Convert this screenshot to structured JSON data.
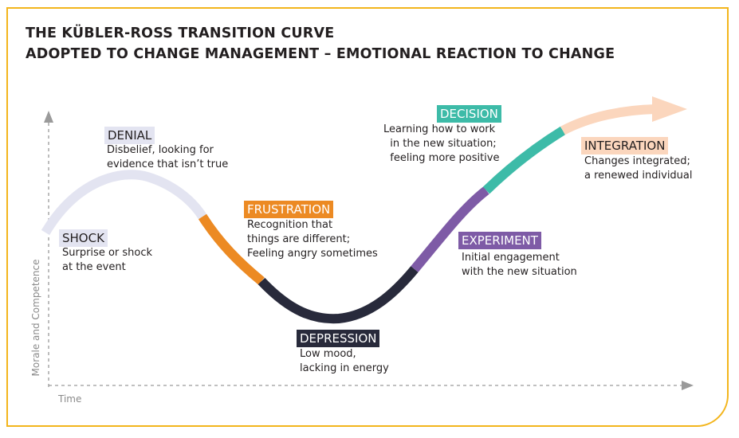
{
  "title": {
    "line1": "THE KÜBLER-ROSS TRANSITION CURVE",
    "line2": "ADOPTED TO CHANGE MANAGEMENT – EMOTIONAL REACTION TO CHANGE"
  },
  "axes": {
    "y_label": "Morale and Competence",
    "x_label": "Time"
  },
  "colors": {
    "frame": "#f3b51c",
    "shock_denial": "#e3e4f1",
    "frustration": "#ec8a23",
    "depression": "#282a3b",
    "experiment": "#7e5ba6",
    "decision": "#3dbba8",
    "integration": "#fbd6bd"
  },
  "stages": {
    "shock": {
      "label": "SHOCK",
      "desc": "Surprise or shock\nat the event"
    },
    "denial": {
      "label": "DENIAL",
      "desc": "Disbelief, looking for\nevidence that isn’t true"
    },
    "frustration": {
      "label": "FRUSTRATION",
      "desc": "Recognition that\nthings are different;\nFeeling angry sometimes"
    },
    "depression": {
      "label": "DEPRESSION",
      "desc": "Low mood,\nlacking in energy"
    },
    "experiment": {
      "label": "EXPERIMENT",
      "desc": "Initial engagement\nwith the new situation"
    },
    "decision": {
      "label": "DECISION",
      "desc": "Learning how to work\n  in the new situation;\n  feeling more positive"
    },
    "integration": {
      "label": "INTEGRATION",
      "desc": "Changes integrated;\na renewed individual"
    }
  }
}
